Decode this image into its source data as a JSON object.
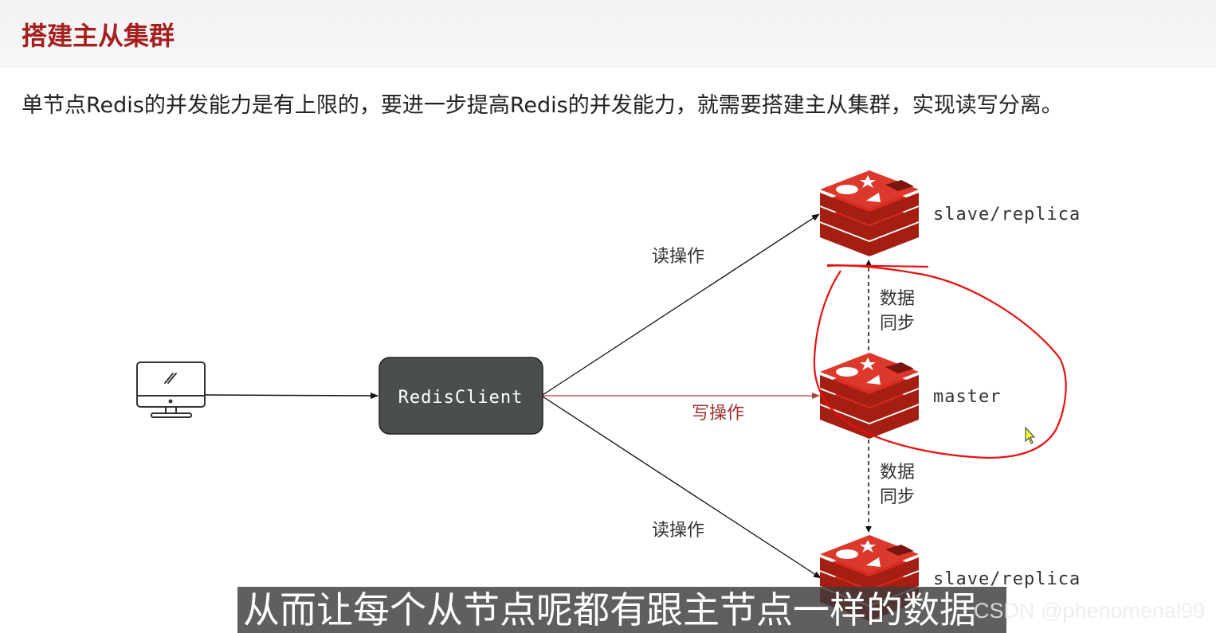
{
  "page": {
    "title": "搭建主从集群",
    "description": "单节点Redis的并发能力是有上限的，要进一步提高Redis的并发能力，就需要搭建主从集群，实现读写分离。"
  },
  "diagram": {
    "client_label": "RedisClient",
    "nodes": {
      "top": "slave/replica",
      "middle": "master",
      "bottom": "slave/replica"
    },
    "edges": {
      "read_top": "读操作",
      "write": "写操作",
      "read_bottom": "读操作"
    },
    "sync_labels": {
      "upper_line1": "数据",
      "upper_line2": "同步",
      "lower_line1": "数据",
      "lower_line2": "同步"
    }
  },
  "colors": {
    "title": "#a51f1f",
    "redis": "#d82c20",
    "client_box": "#4a4f4e",
    "write_edge": "#b04040",
    "annotation": "#e81010"
  },
  "icons": [
    "computer-icon",
    "redis-logo-icon",
    "mouse-cursor-icon"
  ],
  "subtitle": {
    "text": "从而让每个从节点呢都有跟主节点一样的数据"
  },
  "watermark": "CSDN @phenomenal99"
}
